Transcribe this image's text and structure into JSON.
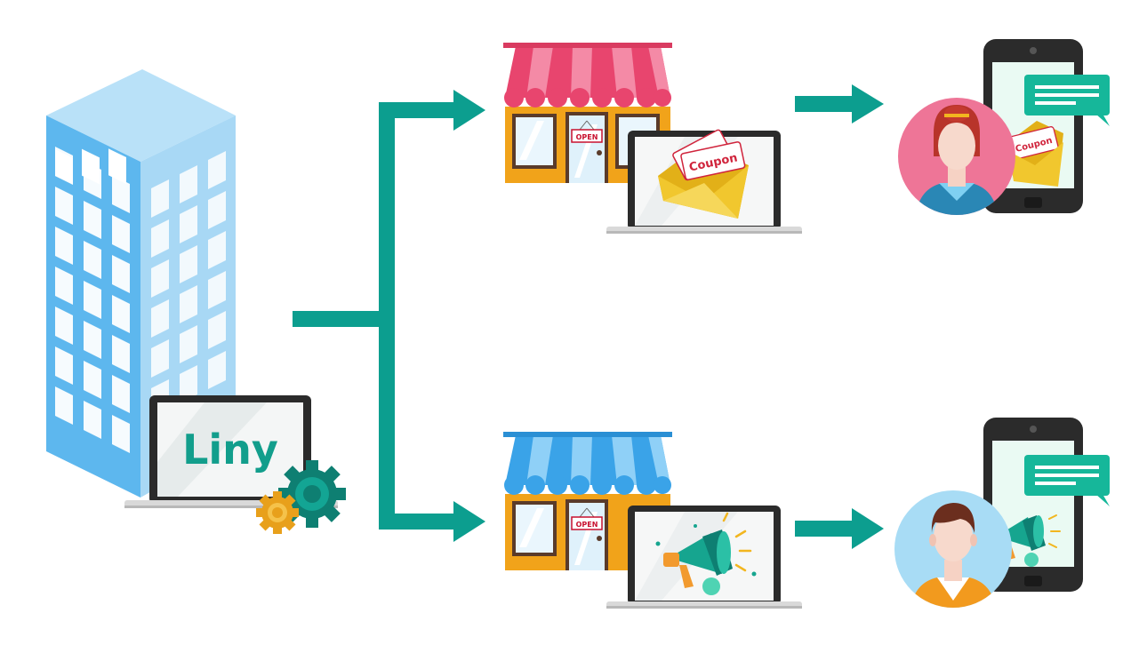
{
  "diagram": {
    "hq_laptop_logo": "Liny",
    "store_sign": "OPEN",
    "coupon_label": "Coupon",
    "colors": {
      "teal": "#0c9e8f",
      "building_light": "#a8d8f5",
      "building_mid": "#7cc4ef",
      "awning_pink": "#e8456e",
      "awning_blue": "#3aa3e8",
      "store_orange": "#f1a31a",
      "envelope_yellow": "#f1c72e",
      "customer_pink": "#ee7597",
      "customer_blue": "#a8dcf5"
    },
    "icons": [
      "office-building-icon",
      "laptop-icon",
      "gear-icon",
      "storefront-icon",
      "coupon-envelope-icon",
      "megaphone-icon",
      "smartphone-icon",
      "chat-bubble-icon",
      "customer-avatar-icon"
    ]
  }
}
